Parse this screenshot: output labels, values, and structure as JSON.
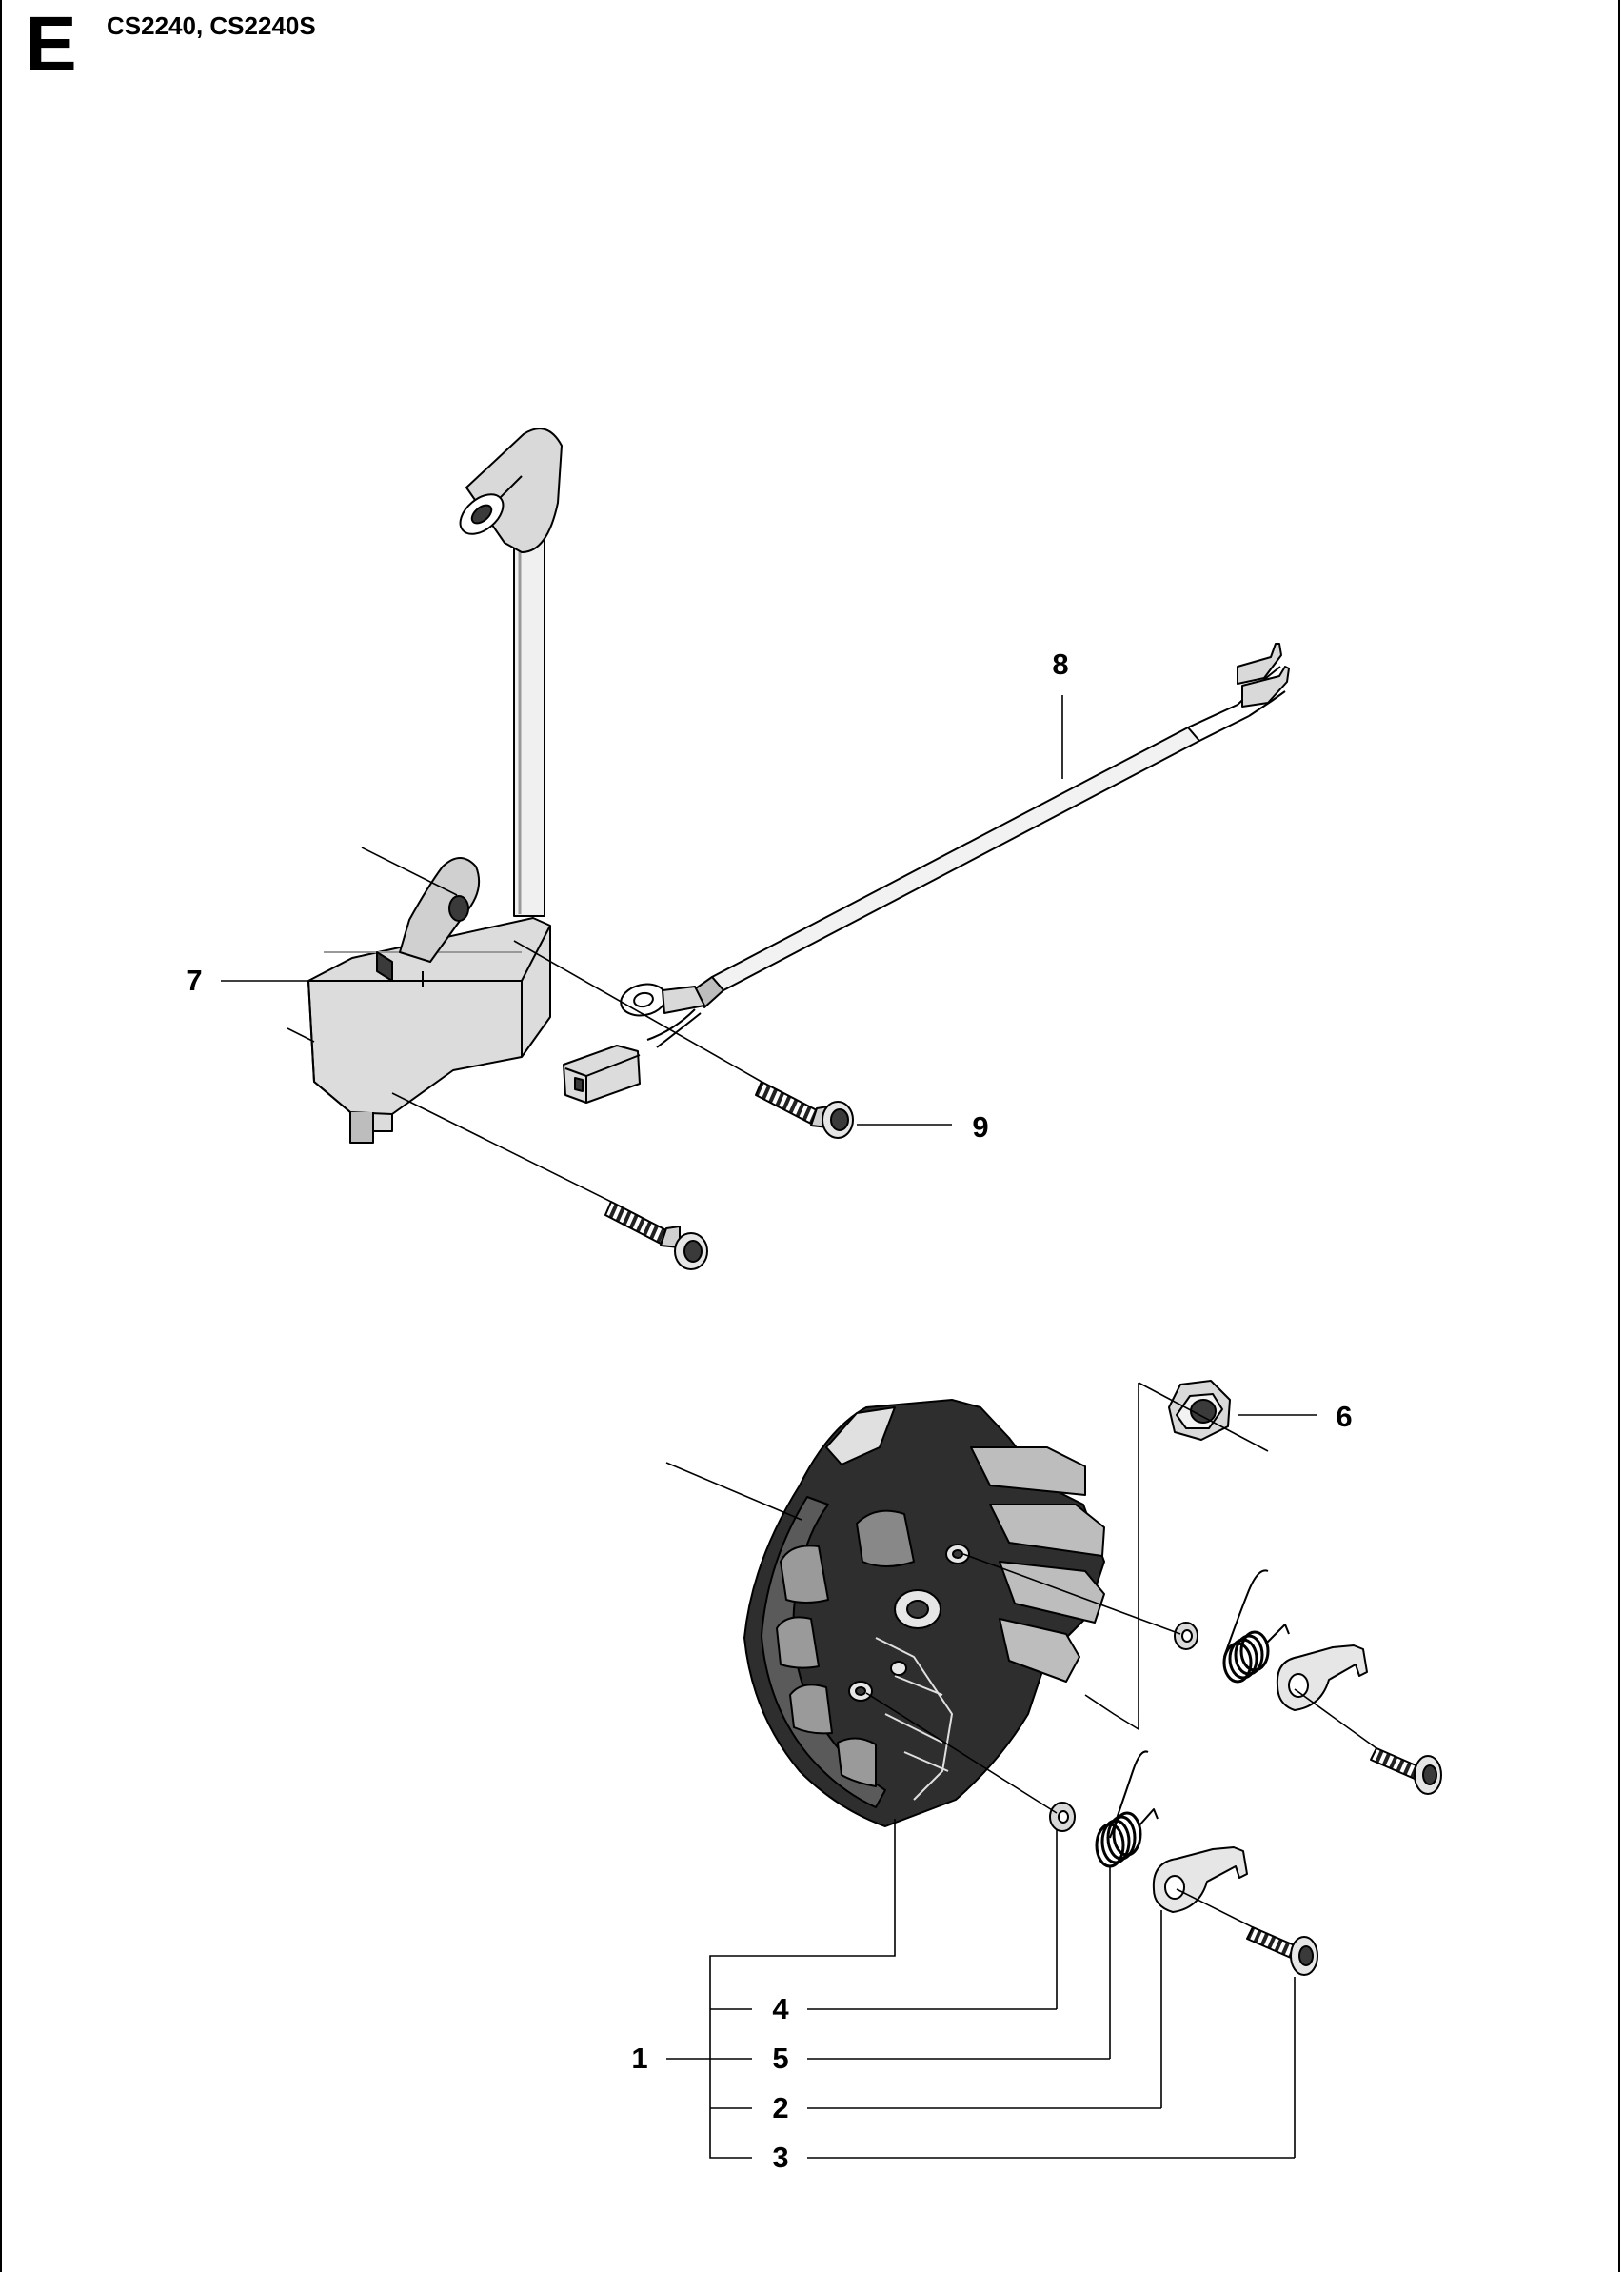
{
  "header": {
    "section_letter": "E",
    "models": "CS2240, CS2240S"
  },
  "callouts": {
    "c1": "1",
    "c2": "2",
    "c3": "3",
    "c4": "4",
    "c5": "5",
    "c6": "6",
    "c7": "7",
    "c8": "8",
    "c9": "9"
  },
  "colors": {
    "line": "#000000",
    "fill_light": "#e6e6e6",
    "fill_mid": "#bdbdbd",
    "fill_dark": "#3a3a3a"
  }
}
